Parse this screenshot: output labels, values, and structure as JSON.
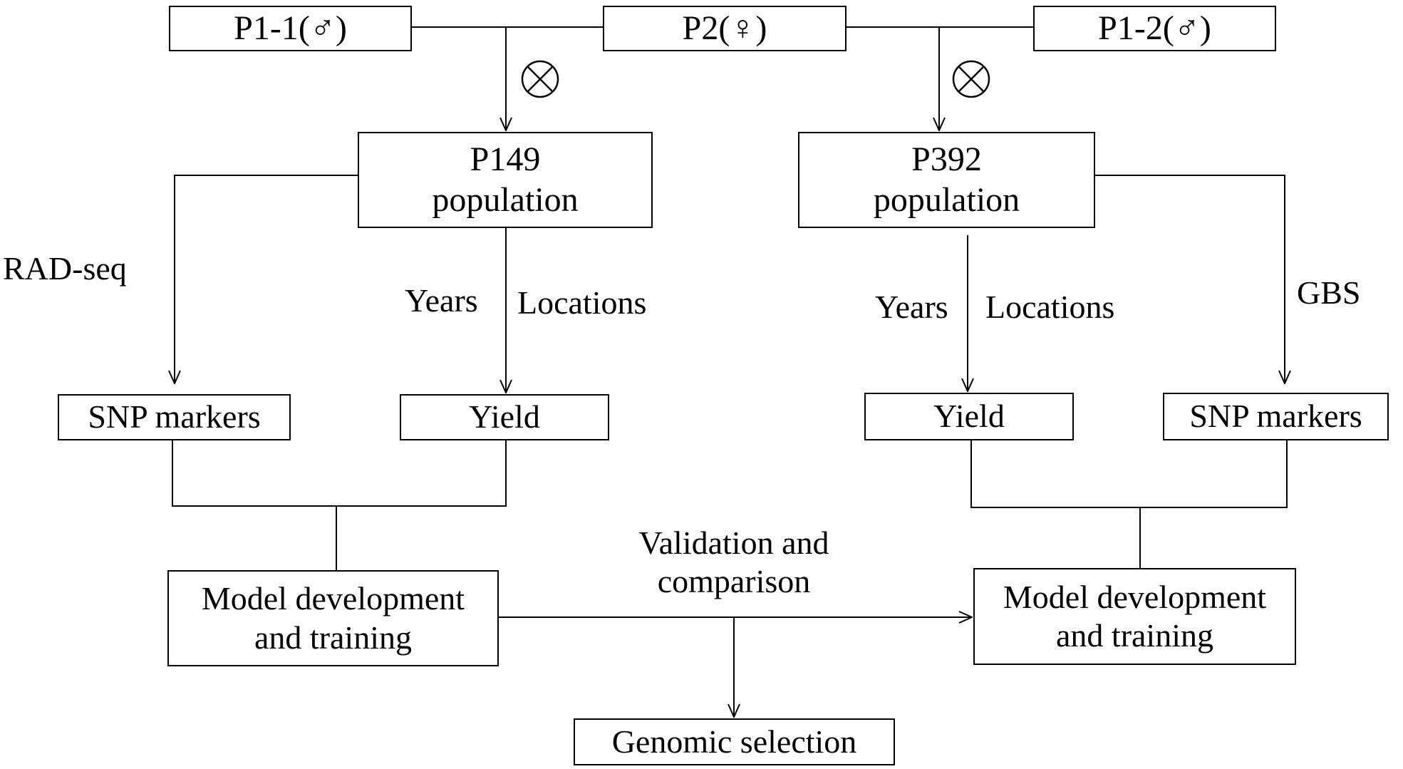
{
  "parents": {
    "p1_1": "P1-1(♂)",
    "p2": "P2(♀)",
    "p1_2": "P1-2(♂)"
  },
  "populations": {
    "p149": {
      "line1": "P149",
      "line2": "population"
    },
    "p392": {
      "line1": "P392",
      "line2": "population"
    }
  },
  "genotyping": {
    "left_method": "RAD-seq",
    "right_method": "GBS"
  },
  "phenotyping": {
    "years": "Years",
    "locations": "Locations"
  },
  "outputs": {
    "snp_markers": "SNP markers",
    "yield": "Yield"
  },
  "model": {
    "line1": "Model development",
    "line2": "and training"
  },
  "validation": {
    "line1": "Validation and",
    "line2": "comparison"
  },
  "final": {
    "genomic_selection": "Genomic selection"
  },
  "symbols": {
    "selfing": "circle-times-icon"
  }
}
